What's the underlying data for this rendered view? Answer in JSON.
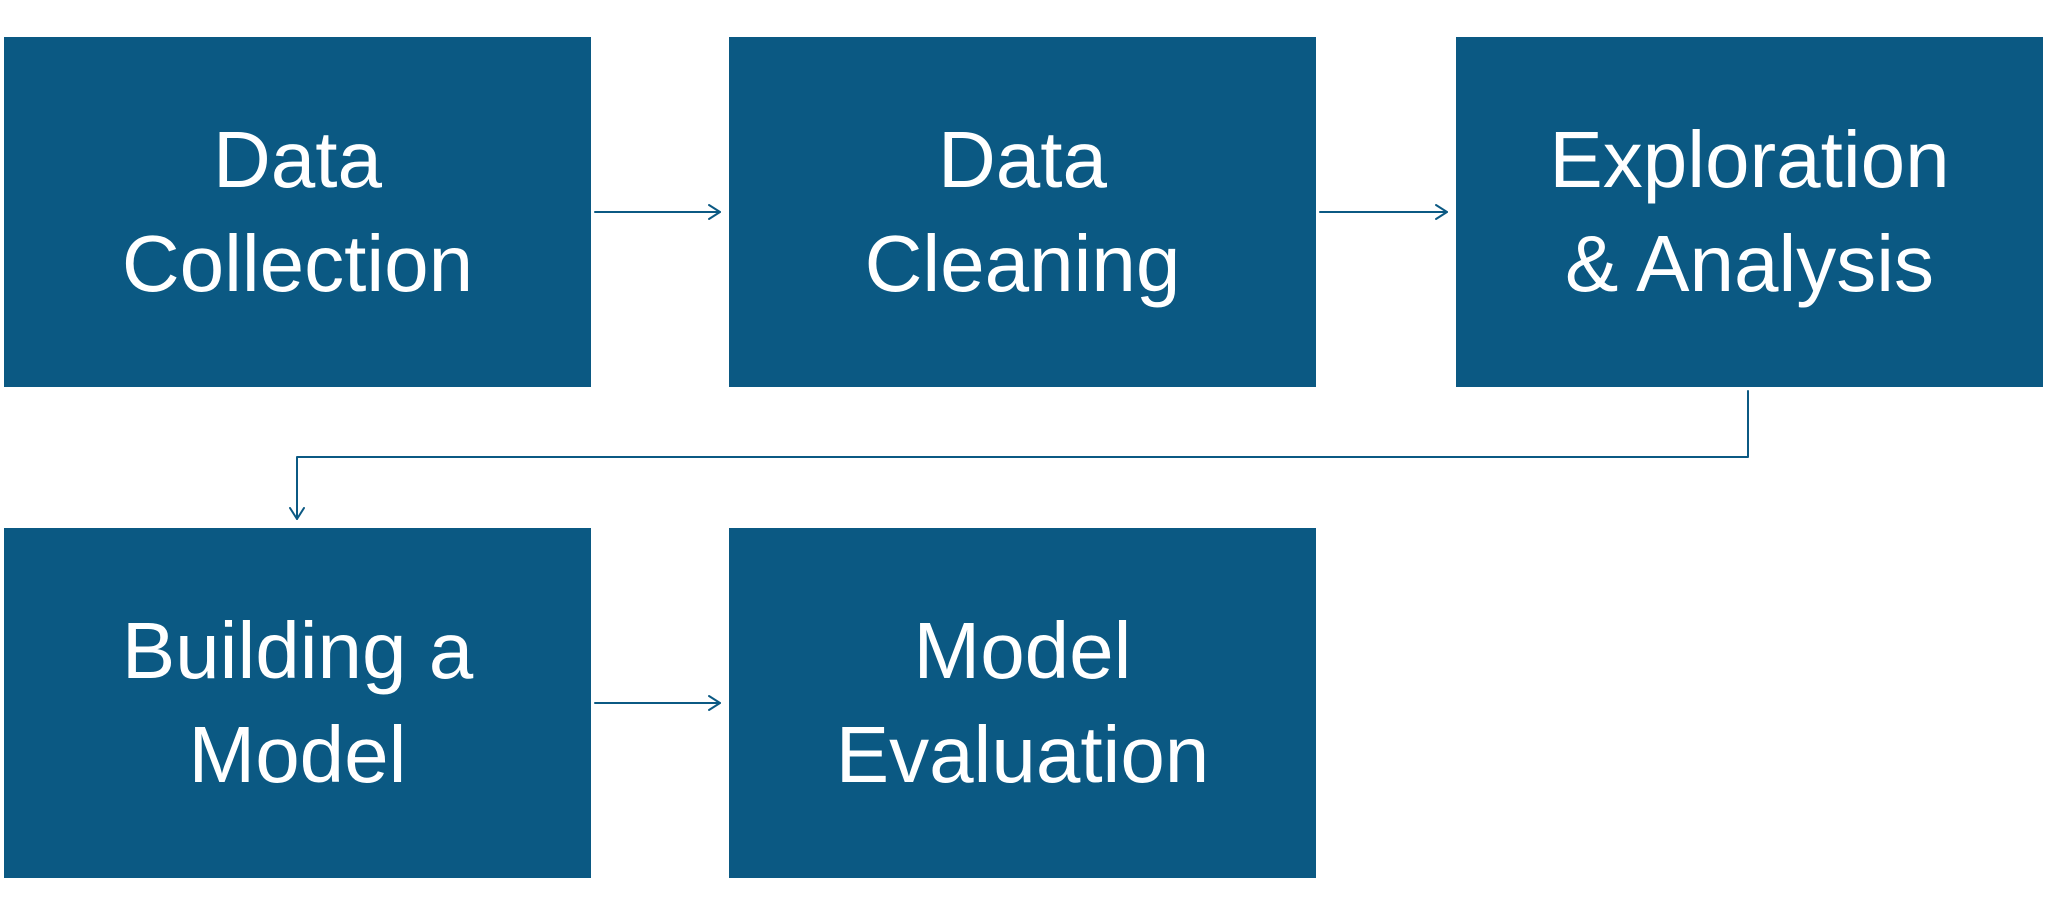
{
  "diagram": {
    "accent_color": "#0b5983",
    "text_color": "#ffffff",
    "steps": [
      {
        "id": "data-collection",
        "line1": "Data",
        "line2": "Collection"
      },
      {
        "id": "data-cleaning",
        "line1": "Data",
        "line2": "Cleaning"
      },
      {
        "id": "exploration-analysis",
        "line1": "Exploration",
        "line2": "& Analysis"
      },
      {
        "id": "building-model",
        "line1": "Building a",
        "line2": "Model"
      },
      {
        "id": "model-evaluation",
        "line1": "Model",
        "line2": "Evaluation"
      }
    ],
    "connections": [
      {
        "from": "data-collection",
        "to": "data-cleaning"
      },
      {
        "from": "data-cleaning",
        "to": "exploration-analysis"
      },
      {
        "from": "exploration-analysis",
        "to": "building-model"
      },
      {
        "from": "building-model",
        "to": "model-evaluation"
      }
    ]
  }
}
